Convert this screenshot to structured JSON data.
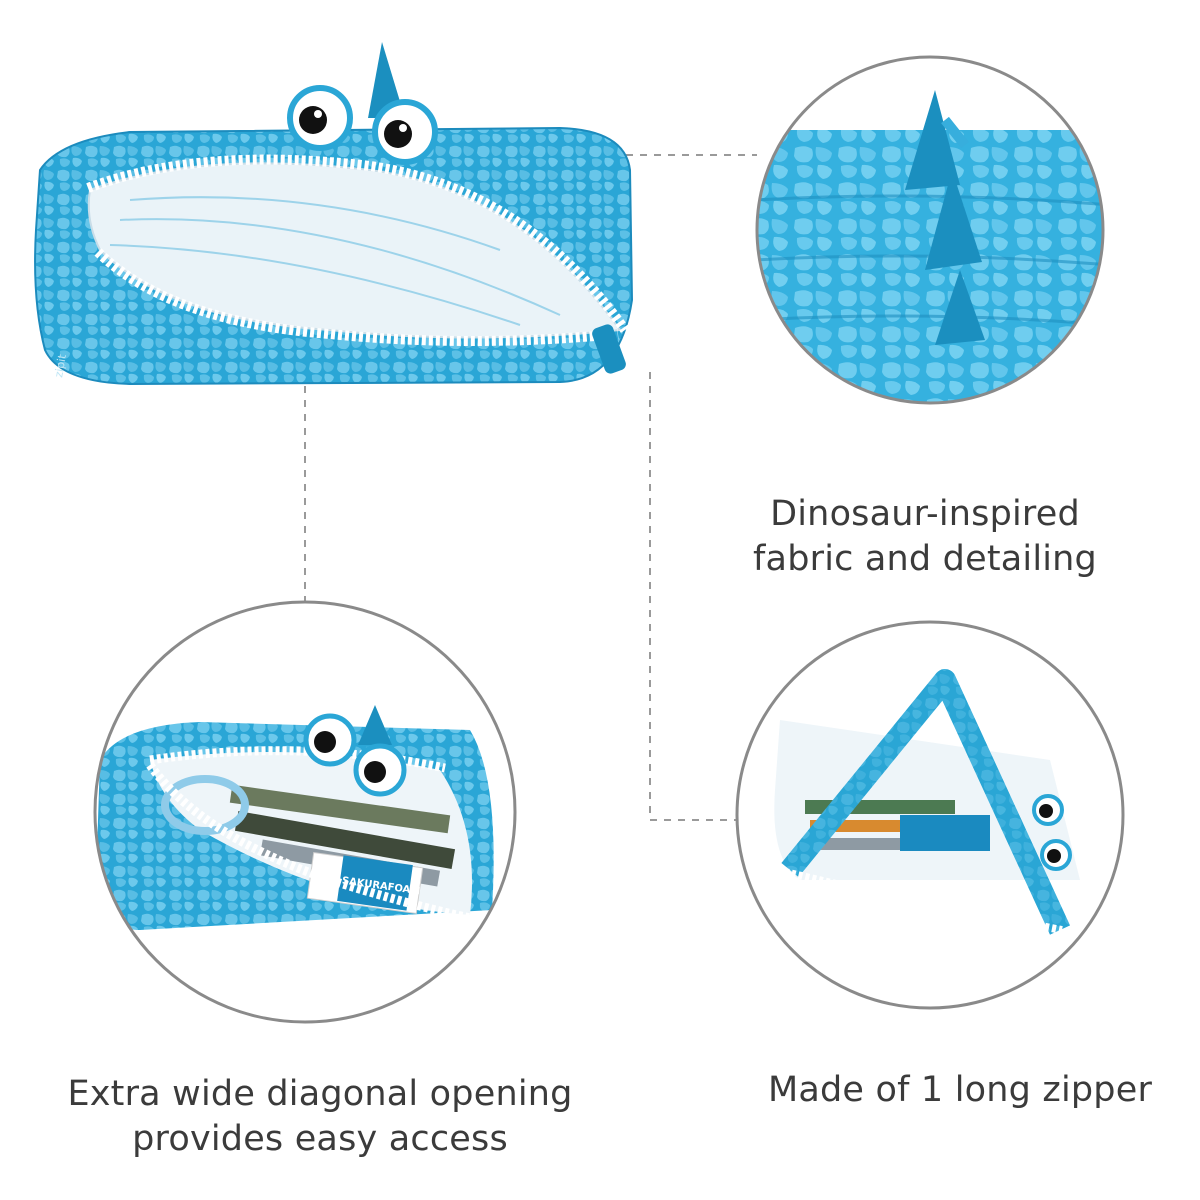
{
  "captions": {
    "top_right": [
      "Dinosaur-inspired",
      "fabric and detailing"
    ],
    "bottom_left": [
      "Extra wide diagonal opening",
      "provides easy access"
    ],
    "bottom_right": [
      "Made of 1 long zipper"
    ]
  },
  "product_marks": {
    "brand": "zipit",
    "eraser_brand": "SAKURAFOAM"
  },
  "colors": {
    "pouch_blue": "#2aa6d6",
    "pouch_scale": "#7fd3f0",
    "spike_blue": "#1b8fbf",
    "lining": "#e9f2f7",
    "circle_border": "#8a8a8a",
    "dash_line": "#9a9a9a",
    "caption_text": "#3b3b3b"
  }
}
